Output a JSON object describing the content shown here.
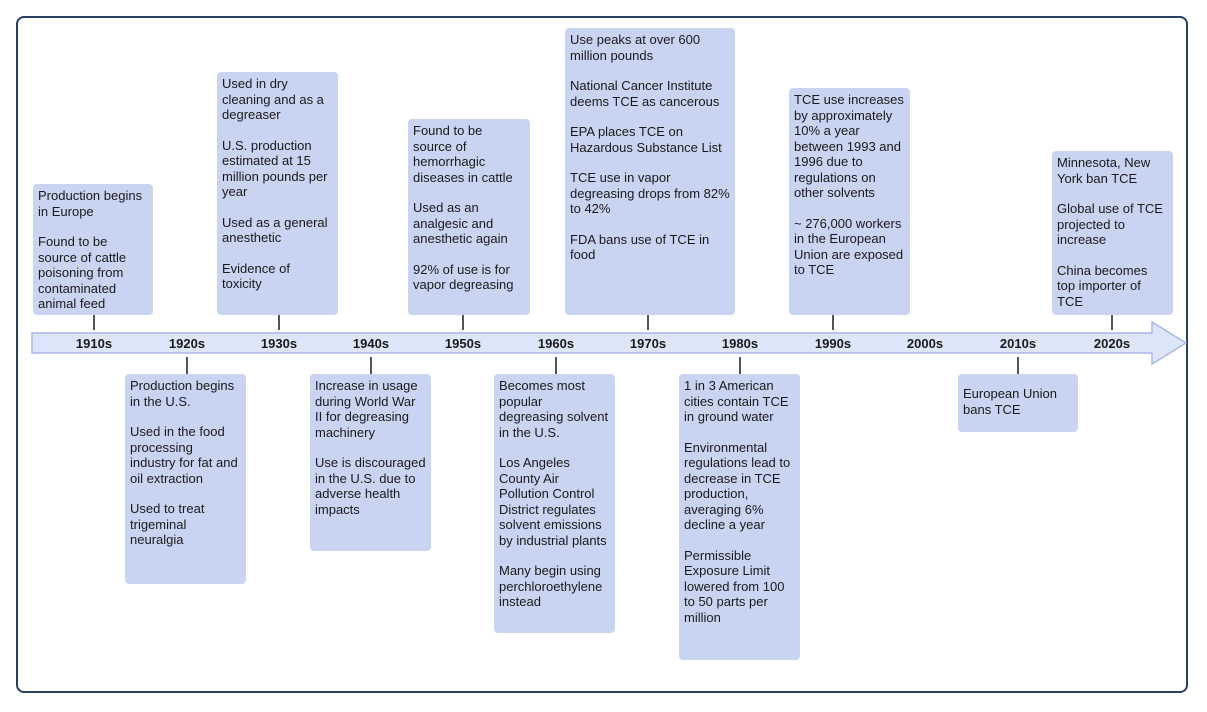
{
  "colors": {
    "box_fill": "#c9d4f3",
    "axis_fill": "#dde6f8",
    "axis_stroke": "#a7b9e8",
    "frame": "#2b3f63"
  },
  "decades": [
    "1910s",
    "1920s",
    "1930s",
    "1940s",
    "1950s",
    "1960s",
    "1970s",
    "1980s",
    "1990s",
    "2000s",
    "2010s",
    "2020s"
  ],
  "events": [
    {
      "decade": "1910s",
      "items": [
        "Production begins in Europe",
        "Found to be source of cattle poisoning from contaminated animal feed"
      ]
    },
    {
      "decade": "1920s",
      "items": [
        "Production begins in the U.S.",
        "Used in the food processing industry for fat and oil extraction",
        "Used to treat trigeminal neuralgia"
      ]
    },
    {
      "decade": "1930s",
      "items": [
        "Used in dry cleaning and as a degreaser",
        "U.S. production estimated at 15 million pounds per year",
        "Used as a general anesthetic",
        "Evidence of toxicity"
      ]
    },
    {
      "decade": "1940s",
      "items": [
        "Increase in usage during World War II for degreasing machinery",
        "Use is discouraged in the U.S. due to adverse health impacts"
      ]
    },
    {
      "decade": "1950s",
      "items": [
        "Found to be source of hemorrhagic diseases in cattle",
        "Used as an analgesic and anesthetic again",
        "92% of use is for vapor degreasing"
      ]
    },
    {
      "decade": "1960s",
      "items": [
        "Becomes most popular degreasing solvent in the U.S.",
        "Los Angeles County Air Pollution Control District regulates solvent emissions by industrial plants",
        "Many begin using perchloroethylene instead"
      ]
    },
    {
      "decade": "1970s",
      "items": [
        "Use peaks at over 600 million pounds",
        "National Cancer Institute deems TCE as cancerous",
        "EPA places TCE on Hazardous Substance List",
        "TCE use in vapor degreasing drops from 82% to 42%",
        "FDA bans use of TCE in food"
      ]
    },
    {
      "decade": "1980s",
      "items": [
        "1 in 3 American cities contain TCE in ground water",
        "Environmental regulations lead to decrease in TCE production, averaging 6% decline a year",
        "Permissible Exposure Limit lowered from 100 to 50 parts per million"
      ]
    },
    {
      "decade": "1990s",
      "items": [
        "TCE use increases by approximately 10% a year between 1993 and 1996 due to regulations on other solvents",
        "~ 276,000 workers in the European Union are exposed to TCE"
      ]
    },
    {
      "decade": "2010s",
      "items": [
        "European Union bans TCE"
      ]
    },
    {
      "decade": "2020s",
      "items": [
        "Minnesota, New York ban TCE",
        "Global use of TCE projected to increase",
        "China becomes top importer of TCE"
      ]
    }
  ]
}
